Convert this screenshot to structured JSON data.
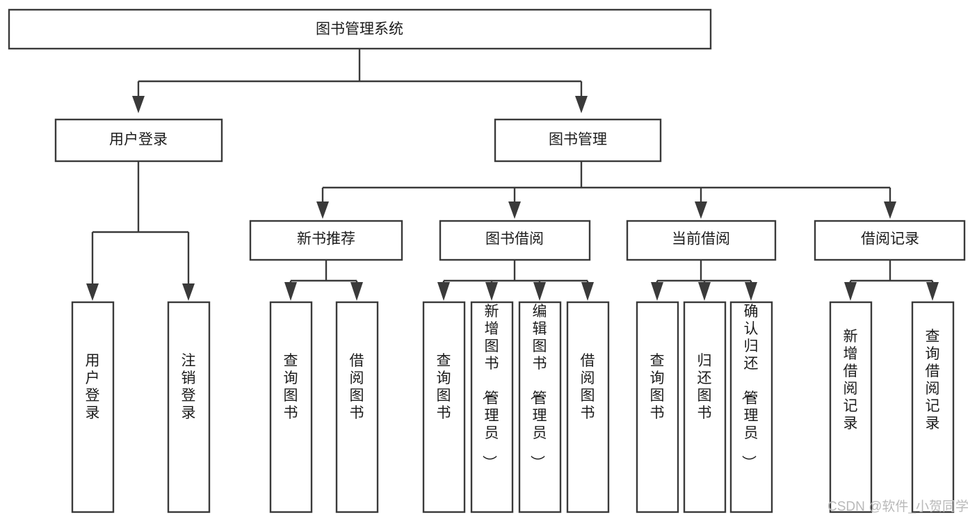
{
  "diagram": {
    "title": "图书管理系统",
    "type": "tree",
    "orientation": "top-down",
    "root": {
      "id": "root",
      "label": "图书管理系统"
    },
    "level2": [
      {
        "id": "user-login",
        "label": "用户登录"
      },
      {
        "id": "book-management",
        "label": "图书管理"
      }
    ],
    "level3": [
      {
        "id": "new-book-recommend",
        "label": "新书推荐",
        "parent": "book-management"
      },
      {
        "id": "book-borrow",
        "label": "图书借阅",
        "parent": "book-management"
      },
      {
        "id": "current-borrow",
        "label": "当前借阅",
        "parent": "book-management"
      },
      {
        "id": "borrow-record",
        "label": "借阅记录",
        "parent": "book-management"
      }
    ],
    "leaves": [
      {
        "id": "leaf-user-login",
        "label": "用户登录",
        "parent": "user-login"
      },
      {
        "id": "leaf-logout-login",
        "label": "注销登录",
        "parent": "user-login"
      },
      {
        "id": "leaf-query-book-1",
        "label": "查询图书",
        "parent": "new-book-recommend"
      },
      {
        "id": "leaf-borrow-book-1",
        "label": "借阅图书",
        "parent": "new-book-recommend"
      },
      {
        "id": "leaf-query-book-2",
        "label": "查询图书",
        "parent": "book-borrow"
      },
      {
        "id": "leaf-add-book",
        "label": "新增图书（管理员）",
        "parent": "book-borrow"
      },
      {
        "id": "leaf-edit-book",
        "label": "编辑图书（管理员）",
        "parent": "book-borrow"
      },
      {
        "id": "leaf-borrow-book-2",
        "label": "借阅图书",
        "parent": "book-borrow"
      },
      {
        "id": "leaf-query-book-3",
        "label": "查询图书",
        "parent": "current-borrow"
      },
      {
        "id": "leaf-return-book",
        "label": "归还图书",
        "parent": "current-borrow"
      },
      {
        "id": "leaf-confirm-return",
        "label": "确认归还（管理员）",
        "parent": "current-borrow"
      },
      {
        "id": "leaf-add-record",
        "label": "新增借阅记录",
        "parent": "borrow-record"
      },
      {
        "id": "leaf-query-record",
        "label": "查询借阅记录",
        "parent": "borrow-record"
      }
    ]
  },
  "watermark": {
    "text": "CSDN @软件_小贺同学"
  },
  "colors": {
    "stroke": "#3a3a3a",
    "fill": "#ffffff",
    "text": "#1c1c1c",
    "watermark": "#b9b9b9",
    "background": "#ffffff"
  }
}
